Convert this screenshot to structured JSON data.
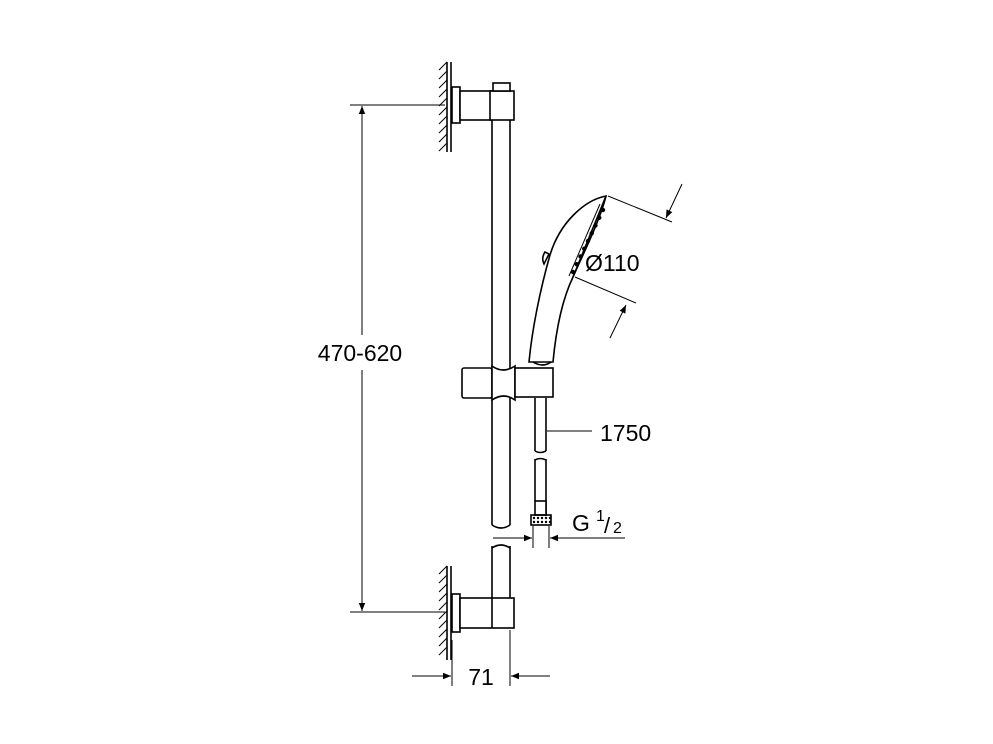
{
  "dimensions": {
    "bar_height": "470-620",
    "head_diameter": "Ø110",
    "hose_length": "1750",
    "connection_prefix": "G",
    "connection_num": "1",
    "connection_den": "2",
    "wall_distance": "71"
  }
}
